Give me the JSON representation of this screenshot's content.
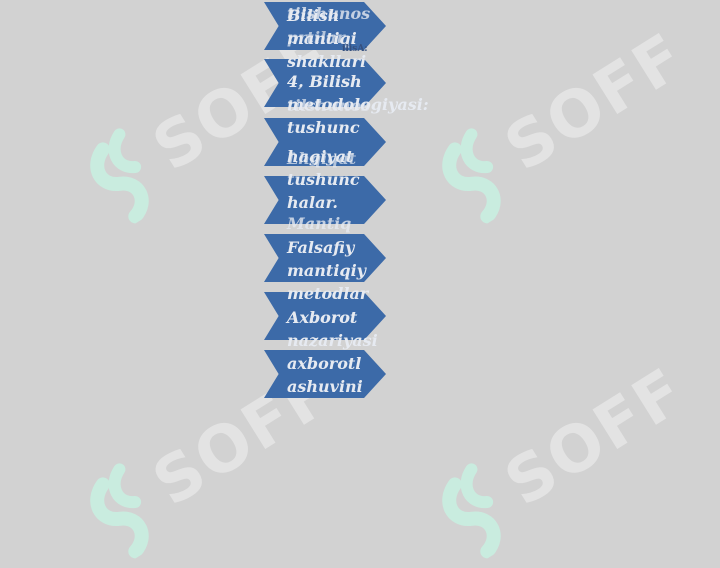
{
  "watermark": {
    "text": "SOFF",
    "color": "#e3e3e3",
    "logo_color": "#c9ecdf"
  },
  "diagram": {
    "arrow_color": "#3c6aa8",
    "text_color": "#e6eaf1",
    "stray_text": "ilisA:",
    "steps": [
      {
        "text": "Bilish\nmantiqi\nshakllari"
      },
      {
        "text": "4. Bilish\nmetodologiyasi:\ntushunc"
      },
      {
        "text": "hagiyat\ntushunc\nhalar."
      },
      {
        "text": "Falsafiy\nmantiqiy\nmetodlar"
      },
      {
        "text": "Axborot\nnazariyasi"
      },
      {
        "text": "axborotl\nashuvini"
      }
    ],
    "overlay_lines": [
      "tilshunos",
      "prtilar",
      "4, Bilish",
      "tilshunos",
      "Lhqiqat",
      "Mantiq",
      "Axborot"
    ]
  }
}
